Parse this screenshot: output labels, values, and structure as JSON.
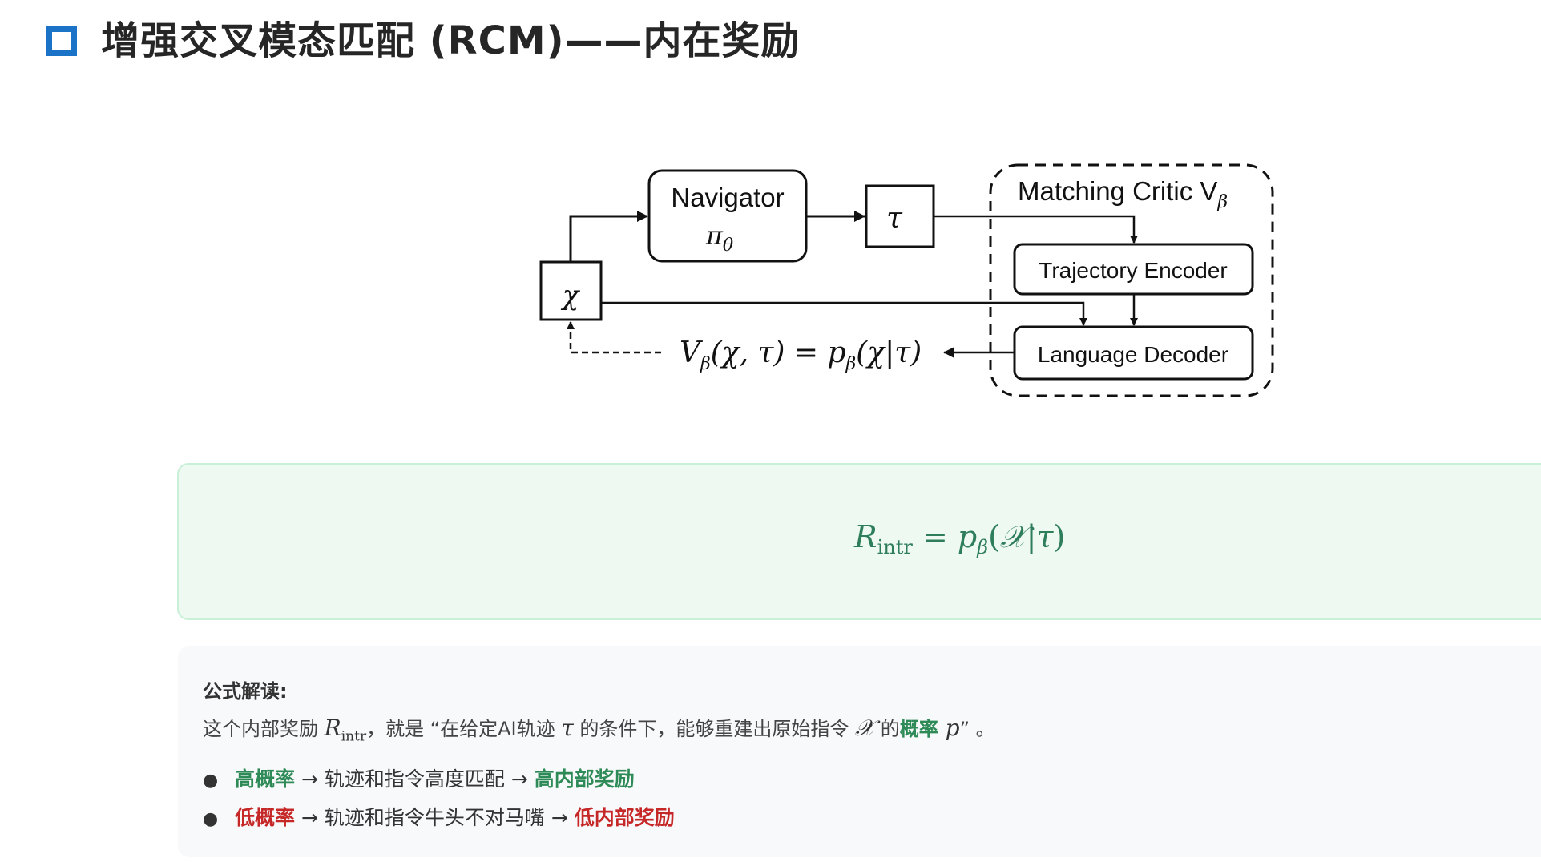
{
  "header": {
    "icon": "hollow-square-icon",
    "title": "增强交叉模态匹配 (RCM)——内在奖励",
    "accent_color": "#1a73c6"
  },
  "diagram": {
    "nodes": {
      "instruction": "χ",
      "navigator_label": "Navigator",
      "navigator_symbol": "π",
      "navigator_sub": "θ",
      "trajectory": "τ",
      "critic_label": "Matching Critic V",
      "critic_sub": "β",
      "trajectory_encoder": "Trajectory Encoder",
      "language_decoder": "Language Decoder"
    },
    "equation": {
      "lhs": "V",
      "lhs_sub": "β",
      "lhs_args": "(χ, τ) = ",
      "rhs": "p",
      "rhs_sub": "β",
      "rhs_args": "(χ|τ)"
    },
    "edges": [
      {
        "from": "instruction",
        "to": "navigator",
        "style": "solid"
      },
      {
        "from": "navigator",
        "to": "trajectory",
        "style": "solid"
      },
      {
        "from": "trajectory",
        "to": "trajectory_encoder",
        "style": "solid"
      },
      {
        "from": "instruction",
        "to": "language_decoder",
        "style": "solid"
      },
      {
        "from": "trajectory_encoder",
        "to": "language_decoder",
        "style": "solid"
      },
      {
        "from": "language_decoder",
        "to": "equation",
        "style": "solid"
      },
      {
        "from": "equation",
        "to": "instruction",
        "style": "dashed"
      }
    ]
  },
  "formula_box": {
    "lhs": "R",
    "lhs_sub": "intr",
    "eq": " = ",
    "rhs": "p",
    "rhs_sub": "β",
    "open": "(",
    "x": "𝒳",
    "bar": "|",
    "tau": "τ",
    "close": ")",
    "color": "#2e7d5b",
    "background": "#eefaf1"
  },
  "explanation": {
    "heading": "公式解读:",
    "line": {
      "part1": "这个内部奖励 ",
      "math_R": "R",
      "math_R_sub": "intr",
      "part2": "，就是 “在给定AI轨迹 ",
      "math_tau": "τ",
      "part3": " 的条件下，能够重建出原始指令 ",
      "math_X": "𝒳",
      "part4": " 的",
      "highlight": "概率",
      "math_p": " p",
      "part5": "” 。"
    },
    "bullets": [
      {
        "lead": "高概率",
        "arrow1": " → ",
        "middle": "轨迹和指令高度匹配",
        "arrow2": " → ",
        "result": "高内部奖励",
        "color": "#2e8b57"
      },
      {
        "lead": "低概率",
        "arrow1": " → ",
        "middle": "轨迹和指令牛头不对马嘴",
        "arrow2": " → ",
        "result": "低内部奖励",
        "color": "#c62828"
      }
    ]
  }
}
